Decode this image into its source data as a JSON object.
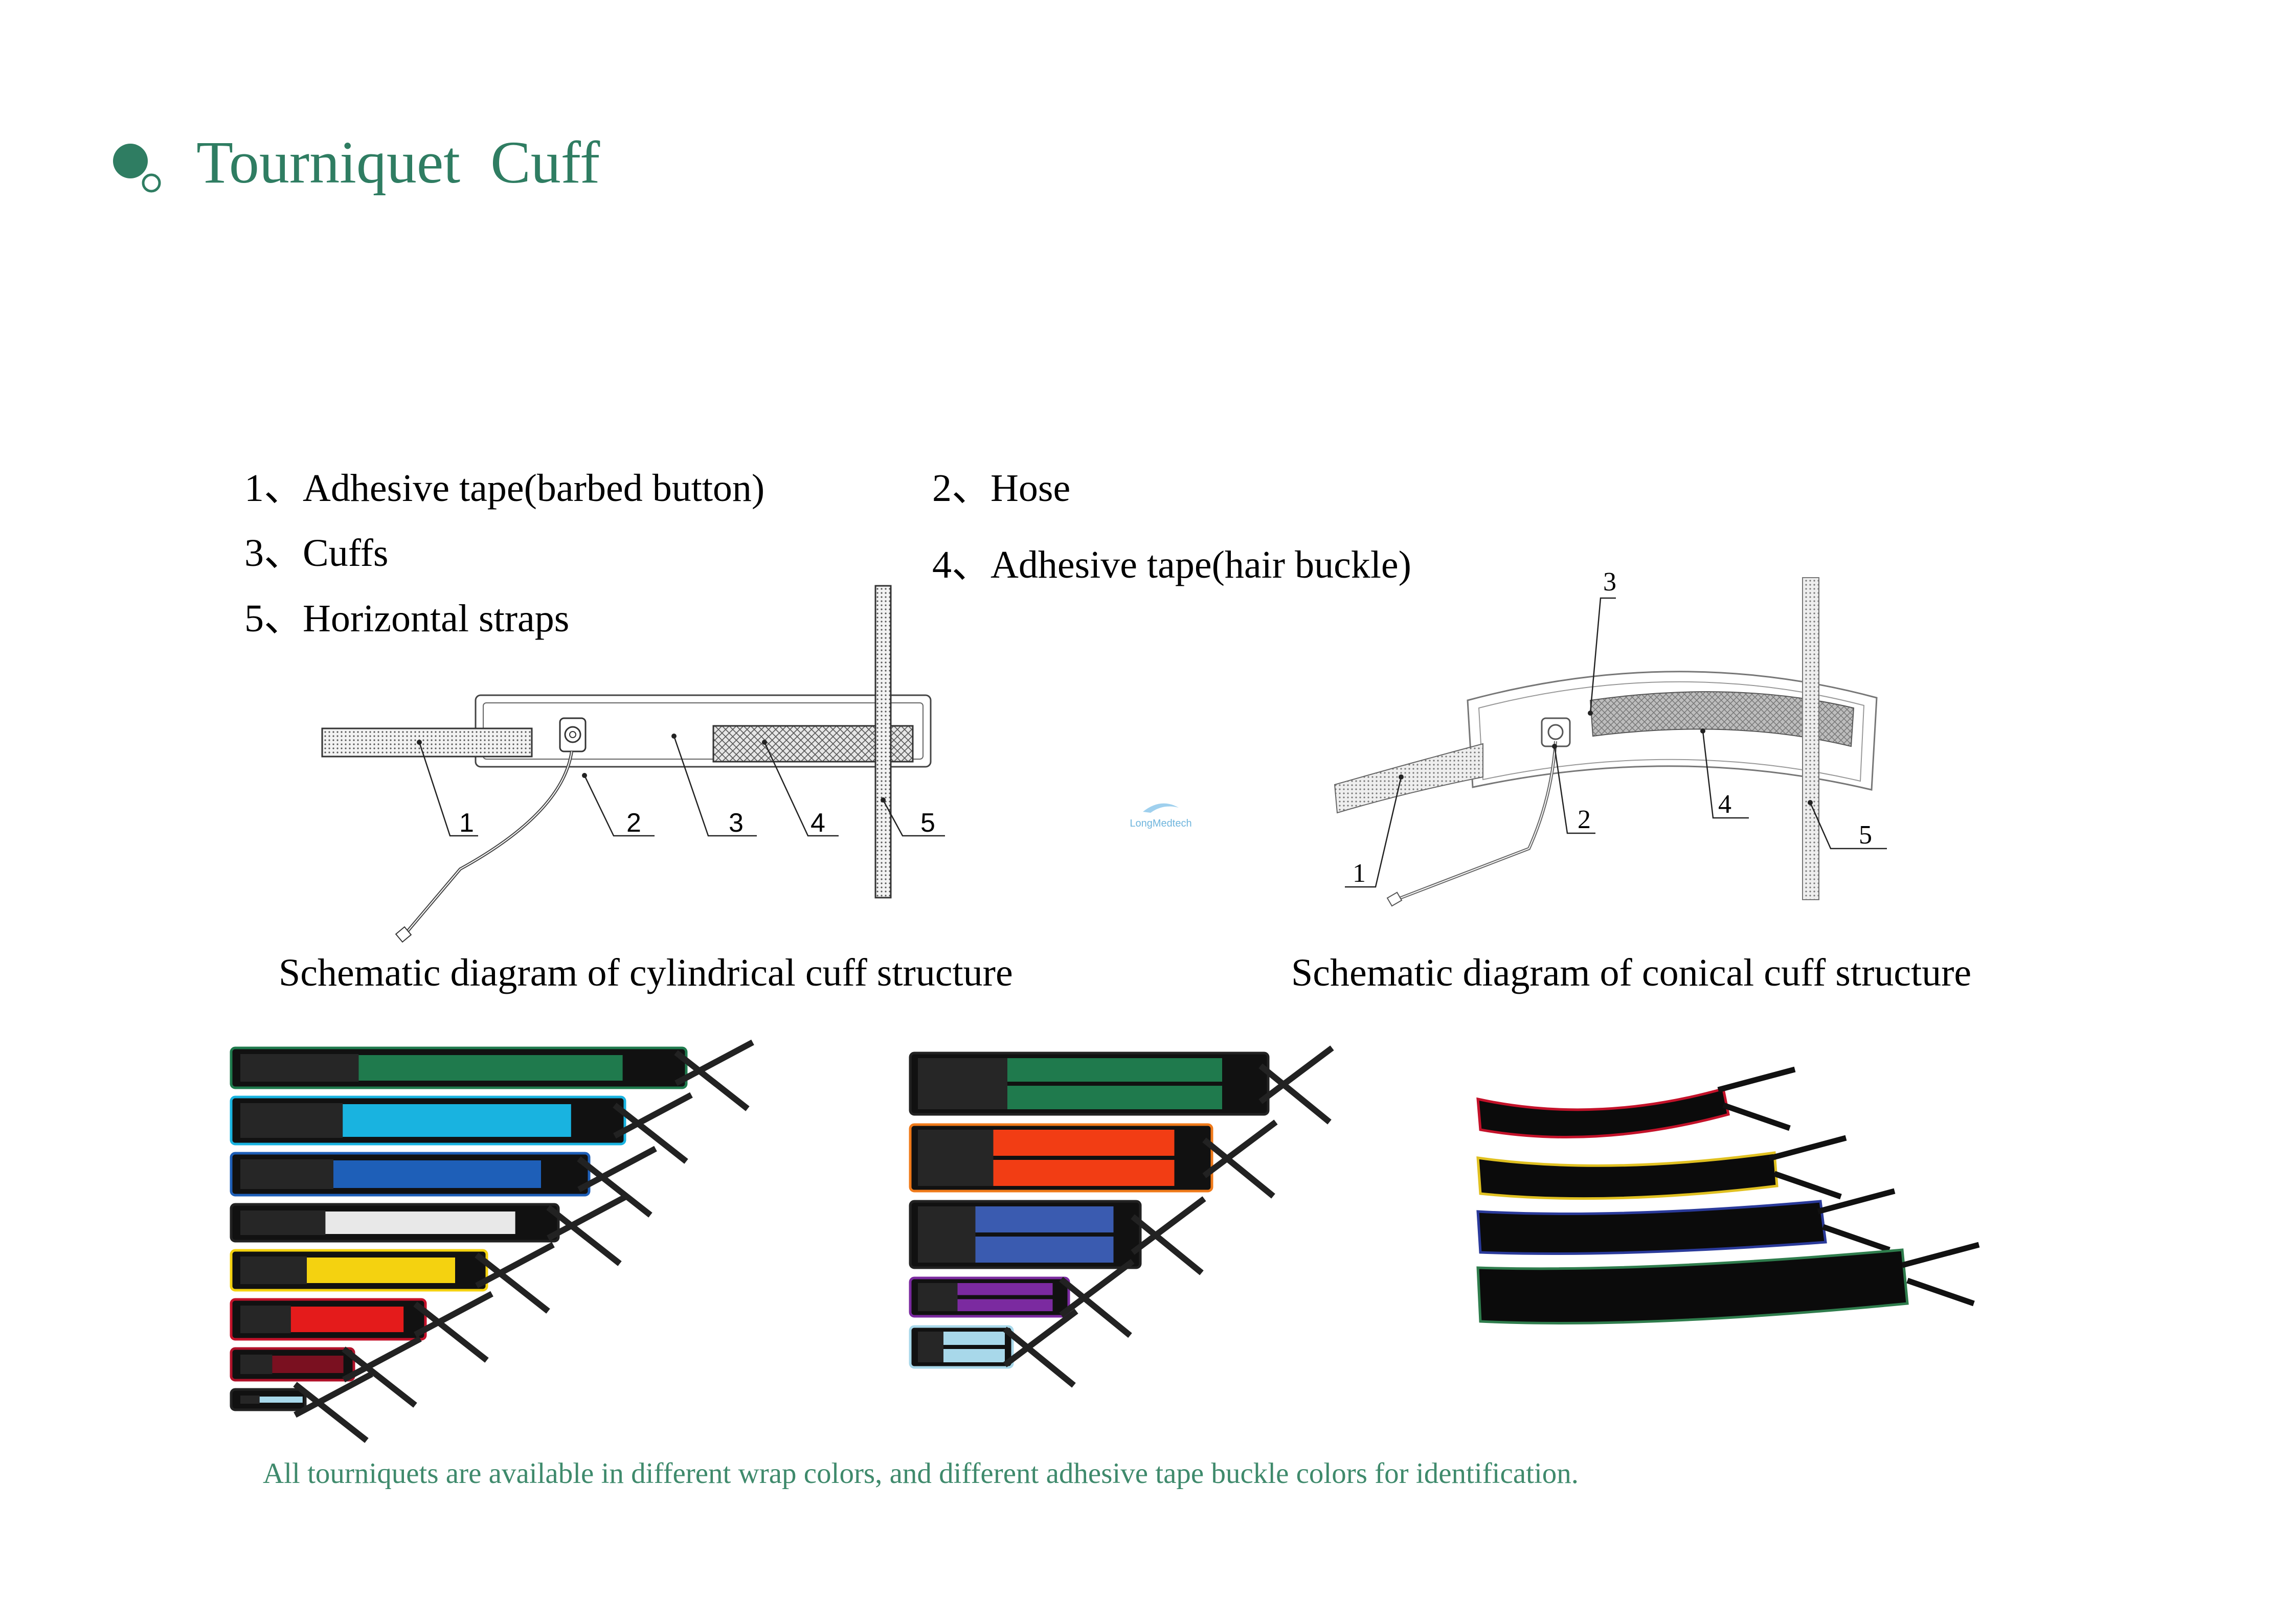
{
  "header": {
    "title": "Tourniquet  Cuff",
    "bullet_icon": "circle-bullet-icon",
    "accent": "#2f7d62"
  },
  "legend": [
    {
      "num": "1、",
      "label": "Adhesive tape(barbed button)"
    },
    {
      "num": "2、",
      "label": "Hose"
    },
    {
      "num": "3、",
      "label": "Cuffs"
    },
    {
      "num": "4、",
      "label": "Adhesive tape(hair buckle)"
    },
    {
      "num": "5、",
      "label": "Horizontal straps"
    }
  ],
  "diagrams": {
    "cylindrical": {
      "caption": "Schematic diagram of cylindrical cuff structure",
      "callouts": [
        "1",
        "2",
        "3",
        "4",
        "5"
      ]
    },
    "conical": {
      "caption": "Schematic diagram of conical cuff structure",
      "callouts": [
        "1",
        "2",
        "3",
        "4",
        "5"
      ]
    }
  },
  "watermark": "LongMedtech",
  "photos": {
    "cylindrical_colors": [
      "#1f7a4d",
      "#19b3e0",
      "#1e5fb8",
      "#e8e8e8",
      "#f4d210",
      "#e41b1b",
      "#7a1020",
      "#a8d8ea"
    ],
    "cylindrical_trims": [
      "#1f7a4d",
      "#19b3e0",
      "#1e5fb8",
      "#222222",
      "#f4d210",
      "#c4122a",
      "#b0122a",
      "#222222"
    ],
    "dual_colors": [
      "#1f7a4d",
      "#f23d14",
      "#3a5bb0",
      "#7b2aa0",
      "#a8d8ea"
    ],
    "dual_trims": [
      "#222222",
      "#f07a1a",
      "#222222",
      "#7b2aa0",
      "#a8d8ea"
    ],
    "conical_trims": [
      "#c4122a",
      "#e0c020",
      "#2a3a9a",
      "#2f7d4d"
    ]
  },
  "footnote": "All tourniquets are available in different wrap colors, and different adhesive tape buckle colors for identification."
}
